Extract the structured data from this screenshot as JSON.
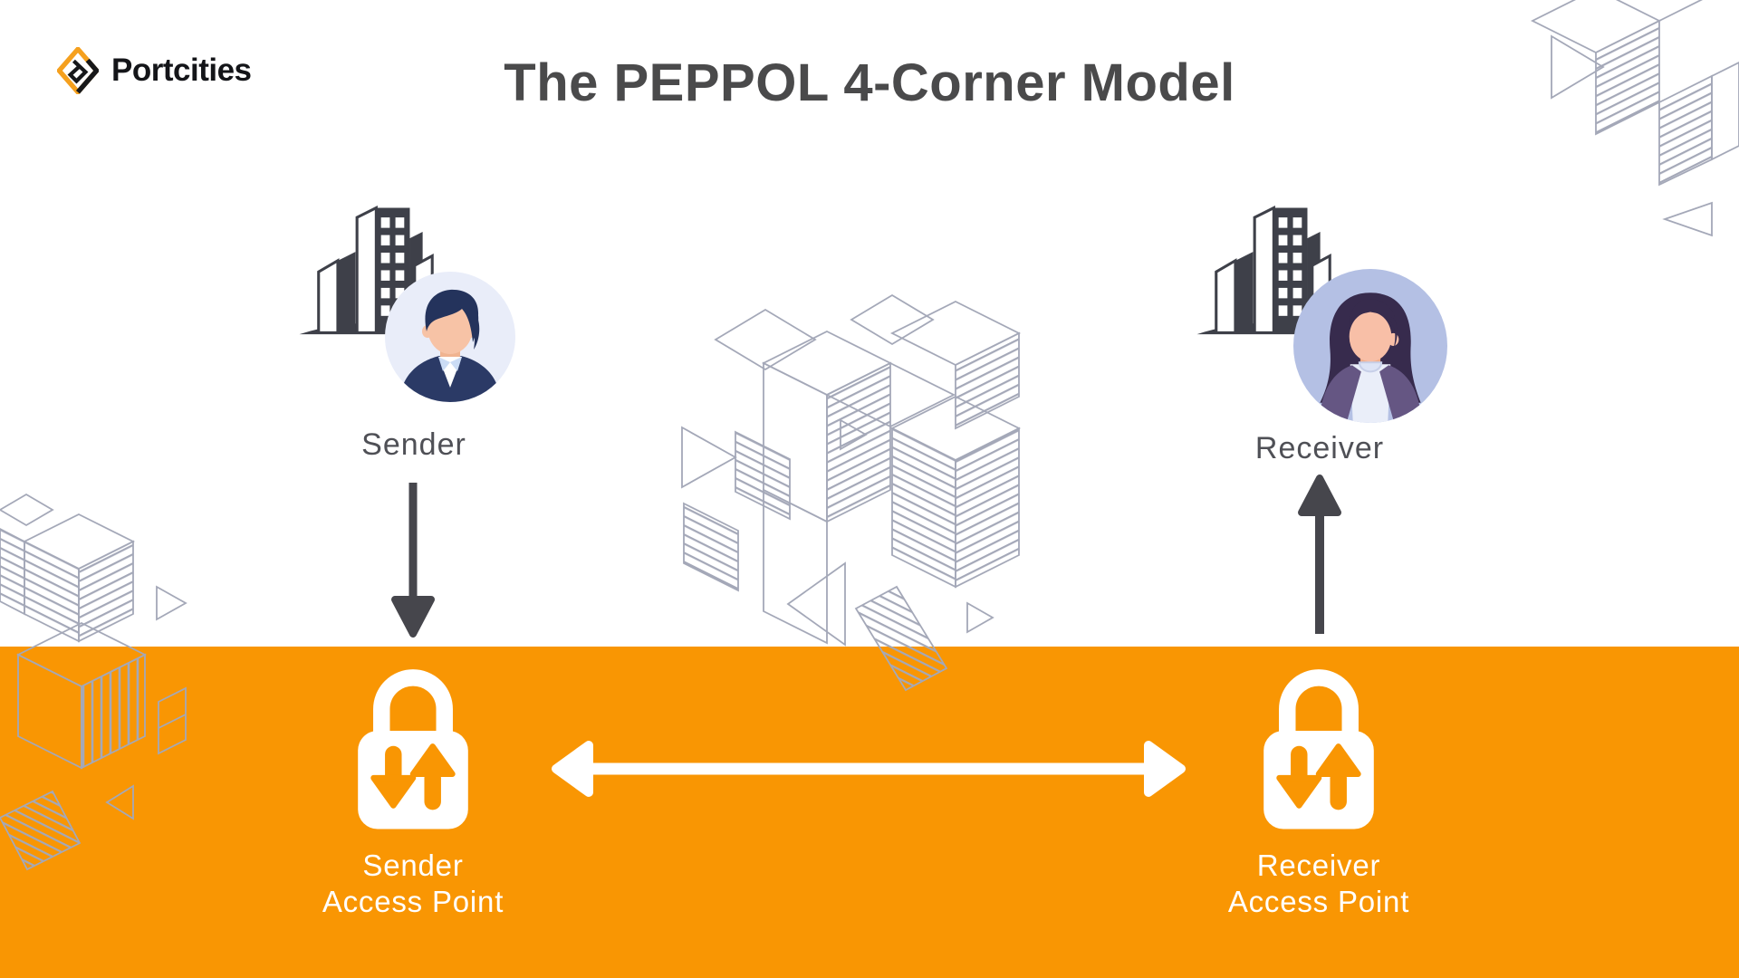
{
  "brand": {
    "name": "Portcities"
  },
  "header": {
    "title": "The PEPPOL 4-Corner Model"
  },
  "diagram": {
    "sender": {
      "label": "Sender"
    },
    "receiver": {
      "label": "Receiver"
    },
    "sender_access_point": {
      "line1": "Sender",
      "line2": "Access Point"
    },
    "receiver_access_point": {
      "line1": "Receiver",
      "line2": "Access Point"
    },
    "flow": {
      "sender_to_access_point": "down-arrow",
      "access_point_to_receiver": "up-arrow",
      "between_access_points": "double-headed-arrow"
    },
    "icons": [
      "portcities-logo-icon",
      "office-building-icon",
      "male-avatar-icon",
      "female-avatar-icon",
      "down-arrow-icon",
      "up-arrow-icon",
      "double-arrow-icon",
      "padlock-transfer-icon",
      "isometric-cubes-decoration"
    ]
  },
  "colors": {
    "accent_orange": "#F99603",
    "logo_orange": "#F5A01E",
    "dark_gray": "#46464C",
    "title_gray": "#4A4A4B",
    "label_gray": "#4F5056",
    "pattern_gray": "#A4A8B8",
    "building_dark": "#3E4049",
    "sender_avatar_bg": "#E9EDF9",
    "receiver_avatar_bg": "#B4C0E4",
    "white": "#FFFFFF"
  }
}
